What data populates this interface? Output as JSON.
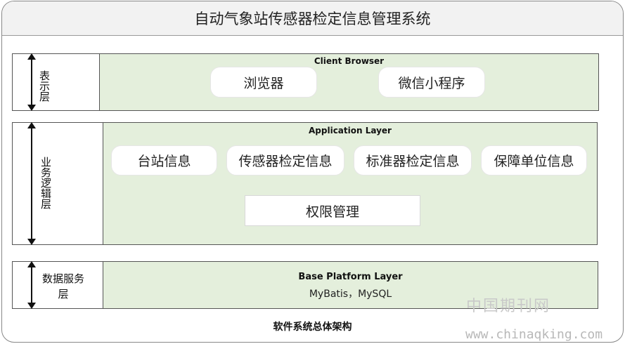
{
  "title": "自动气象站传感器检定信息管理系统",
  "layers": {
    "presentation": {
      "label": "表示层",
      "title": "Client Browser",
      "items": [
        "浏览器",
        "微信小程序"
      ]
    },
    "business": {
      "label": "业务逻辑层",
      "title": "Application Layer",
      "items": [
        "台站信息",
        "传感器检定信息",
        "标准器检定信息",
        "保障单位信息"
      ],
      "bottom_item": "权限管理"
    },
    "data": {
      "label_line1": "数据服务",
      "label_line2": "层",
      "title": "Base Platform Layer",
      "subtitle": "MyBatis，MySQL"
    }
  },
  "caption": "软件系统总体架构",
  "watermark": {
    "cn": "中国期刊网",
    "url": "www.chinaqking.com"
  }
}
